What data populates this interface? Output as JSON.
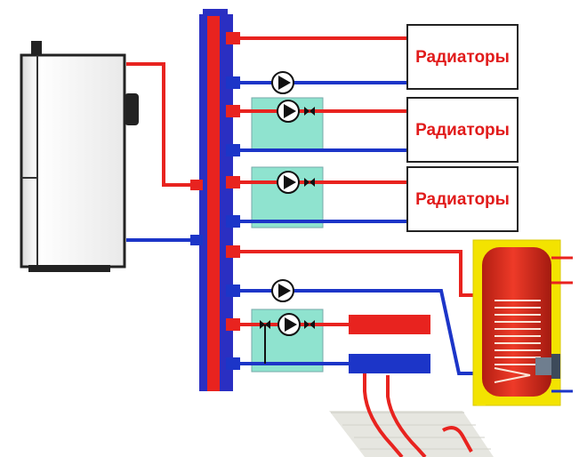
{
  "radiators": [
    {
      "label": "Радиаторы"
    },
    {
      "label": "Радиаторы"
    },
    {
      "label": "Радиаторы"
    }
  ],
  "colors": {
    "supply": "#e8231f",
    "return": "#1c35c8",
    "mixing_group": "#8fe3cf",
    "boiler_body": "#f4f4f4",
    "tank_jacket": "#f3e300",
    "tank_inner": "#e23022",
    "floor_tiles": "#e6e6e0"
  },
  "icons": {
    "pump": "circulation-pump-icon",
    "valve": "three-way-valve-icon"
  }
}
